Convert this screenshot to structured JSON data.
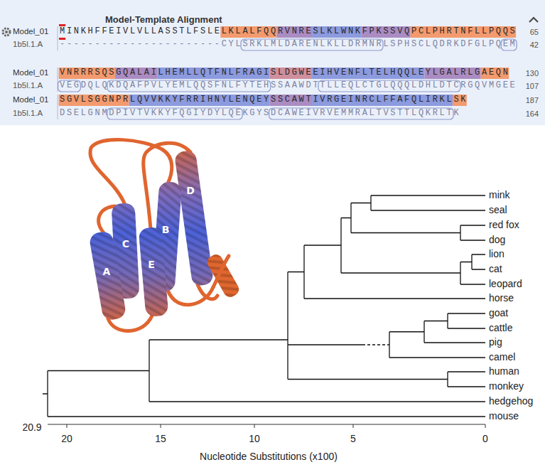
{
  "diagram": {
    "title": "Model-Template Alignment",
    "labels": [
      "Model_01",
      "MINKHFFEIVLVLLASSTLFSLELKLALFQQRVNRESLKLWNKFPKSSVQPCLPHRTNFLLPQQS",
      "65",
      "1b5l.1.A",
      "-----------------------CYLSRKLMLDARENLKLLDRMNRLSPHSCLQDRKDFGLPQEM",
      "42",
      "Model_01",
      "VNRRRSQSGQALAILHEMLLQTFNLFRAGISLDGWEEIHVENFLTELHQQLEYLGALRLGAEQN",
      "130",
      "1b5l.1.A",
      "VEGDQLQKDQAFPVLYEMLQQSFNLFYTEHSSAAWDTTLLEQLCTGLQQQLDHLDTCRGQVMGEE",
      "107",
      "Model_01",
      "SGVLSGGNPRLQVVKKYFRRIHNYLENQEYSSCAWTIVRGEINRCLFFAFQLIRKLSK",
      "187",
      "1b5l.1.A",
      "DSELGNMDPIVTVKKYFQGIYDYLQEKGYSDCAWEIVRVEMMRALTVSTTLQKRLTK",
      "164",
      "A",
      "B",
      "C",
      "D",
      "E",
      "mink",
      "seal",
      "red fox",
      "dog",
      "lion",
      "cat",
      "leopard",
      "horse",
      "goat",
      "cattle",
      "pig",
      "camel",
      "human",
      "monkey",
      "hedgehog",
      "mouse",
      "20.9",
      "20",
      "15",
      "10",
      "5",
      "0",
      "Nucleotide Substitutions (x100)"
    ]
  }
}
